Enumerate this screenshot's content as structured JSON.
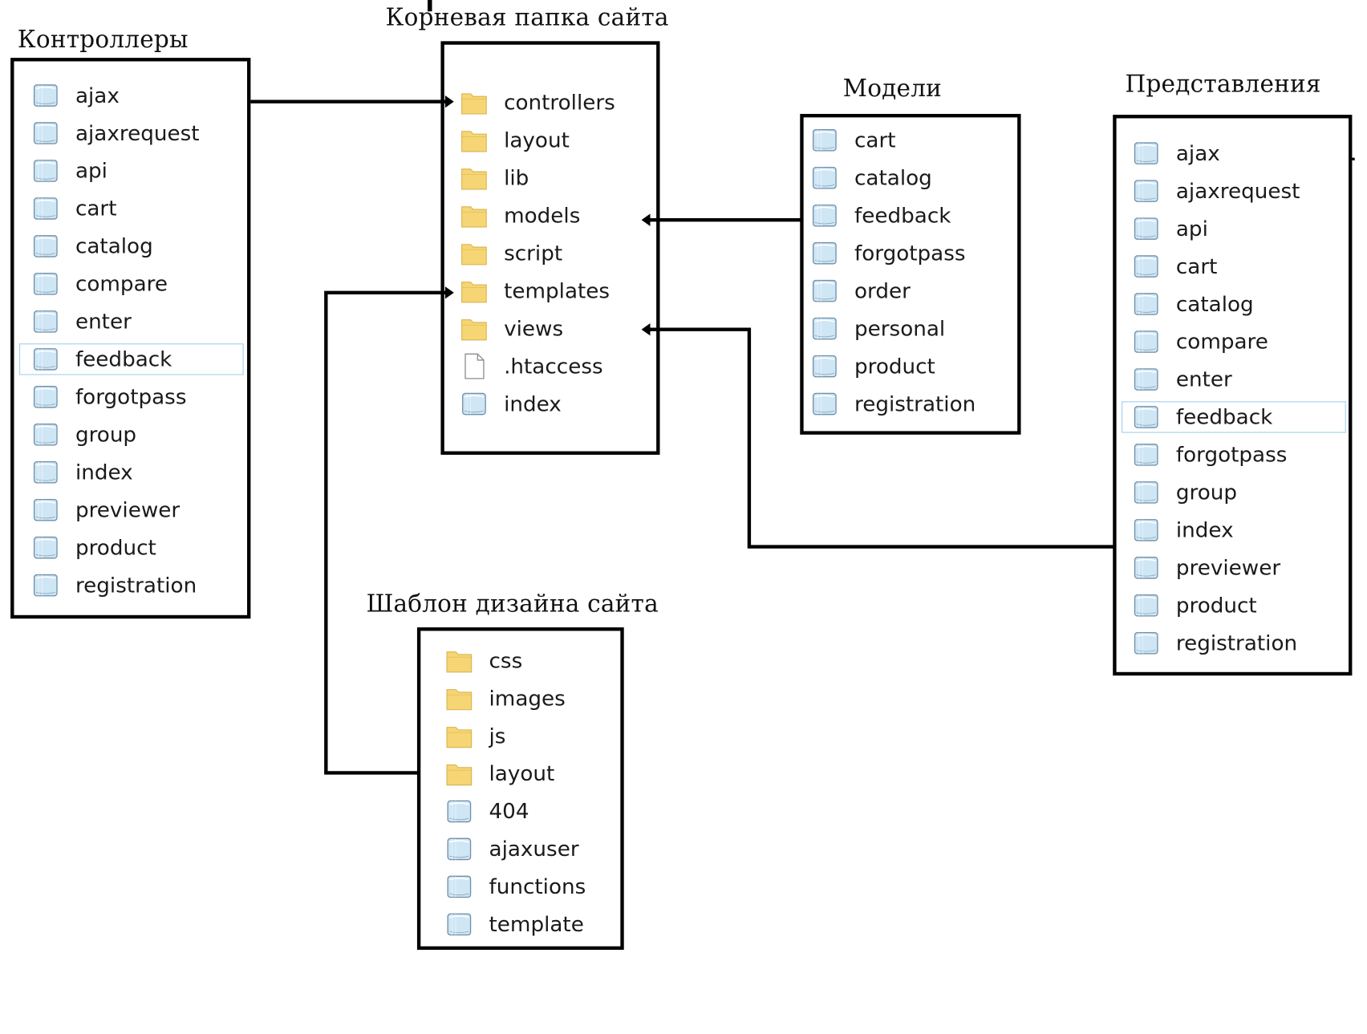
{
  "titles": {
    "controllers": "Контроллеры",
    "root": "Корневая папка сайта",
    "models": "Модели",
    "views": "Представления",
    "template": "Шаблон дизайна сайта"
  },
  "controllers": [
    {
      "name": "ajax",
      "icon": "php-file-icon"
    },
    {
      "name": "ajaxrequest",
      "icon": "php-file-icon"
    },
    {
      "name": "api",
      "icon": "php-file-icon"
    },
    {
      "name": "cart",
      "icon": "php-file-icon"
    },
    {
      "name": "catalog",
      "icon": "php-file-icon"
    },
    {
      "name": "compare",
      "icon": "php-file-icon"
    },
    {
      "name": "enter",
      "icon": "php-file-icon"
    },
    {
      "name": "feedback",
      "icon": "php-file-icon",
      "selected": true
    },
    {
      "name": "forgotpass",
      "icon": "php-file-icon"
    },
    {
      "name": "group",
      "icon": "php-file-icon"
    },
    {
      "name": "index",
      "icon": "php-file-icon"
    },
    {
      "name": "previewer",
      "icon": "php-file-icon"
    },
    {
      "name": "product",
      "icon": "php-file-icon"
    },
    {
      "name": "registration",
      "icon": "php-file-icon"
    }
  ],
  "root": [
    {
      "name": "controllers",
      "icon": "folder-icon"
    },
    {
      "name": "layout",
      "icon": "folder-icon"
    },
    {
      "name": "lib",
      "icon": "folder-icon"
    },
    {
      "name": "models",
      "icon": "folder-icon"
    },
    {
      "name": "script",
      "icon": "folder-icon"
    },
    {
      "name": "templates",
      "icon": "folder-icon"
    },
    {
      "name": "views",
      "icon": "folder-icon"
    },
    {
      "name": ".htaccess",
      "icon": "blank-file-icon"
    },
    {
      "name": "index",
      "icon": "php-file-icon"
    }
  ],
  "models": [
    {
      "name": "cart",
      "icon": "php-file-icon"
    },
    {
      "name": "catalog",
      "icon": "php-file-icon"
    },
    {
      "name": "feedback",
      "icon": "php-file-icon"
    },
    {
      "name": "forgotpass",
      "icon": "php-file-icon"
    },
    {
      "name": "order",
      "icon": "php-file-icon"
    },
    {
      "name": "personal",
      "icon": "php-file-icon"
    },
    {
      "name": "product",
      "icon": "php-file-icon"
    },
    {
      "name": "registration",
      "icon": "php-file-icon"
    }
  ],
  "views": [
    {
      "name": "ajax",
      "icon": "php-file-icon"
    },
    {
      "name": "ajaxrequest",
      "icon": "php-file-icon"
    },
    {
      "name": "api",
      "icon": "php-file-icon"
    },
    {
      "name": "cart",
      "icon": "php-file-icon"
    },
    {
      "name": "catalog",
      "icon": "php-file-icon"
    },
    {
      "name": "compare",
      "icon": "php-file-icon"
    },
    {
      "name": "enter",
      "icon": "php-file-icon"
    },
    {
      "name": "feedback",
      "icon": "php-file-icon",
      "selected": true
    },
    {
      "name": "forgotpass",
      "icon": "php-file-icon"
    },
    {
      "name": "group",
      "icon": "php-file-icon"
    },
    {
      "name": "index",
      "icon": "php-file-icon"
    },
    {
      "name": "previewer",
      "icon": "php-file-icon"
    },
    {
      "name": "product",
      "icon": "php-file-icon"
    },
    {
      "name": "registration",
      "icon": "php-file-icon"
    }
  ],
  "template": [
    {
      "name": "css",
      "icon": "folder-icon"
    },
    {
      "name": "images",
      "icon": "folder-icon"
    },
    {
      "name": "js",
      "icon": "folder-icon"
    },
    {
      "name": "layout",
      "icon": "folder-icon"
    },
    {
      "name": "404",
      "icon": "php-file-icon"
    },
    {
      "name": "ajaxuser",
      "icon": "php-file-icon"
    },
    {
      "name": "functions",
      "icon": "php-file-icon"
    },
    {
      "name": "template",
      "icon": "php-file-icon"
    }
  ],
  "colors": {
    "folder_fill": "#f6d674",
    "folder_edge": "#d9b24c",
    "file_fill": "#cfe6f5",
    "file_edge": "#6f8ea6",
    "selection": "#9fd0ee",
    "line": "#000000"
  }
}
